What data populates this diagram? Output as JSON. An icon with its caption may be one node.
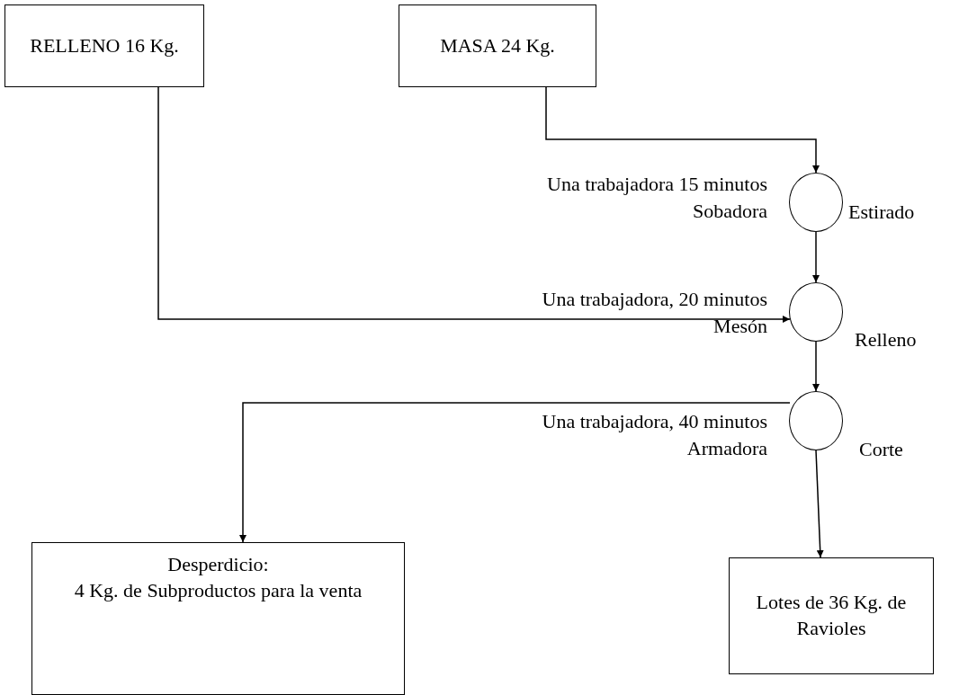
{
  "diagram": {
    "nodes": [
      {
        "text": [
          "RELLENO 16 Kg."
        ]
      },
      {
        "text": [
          "MASA 24 Kg."
        ]
      },
      {
        "text": [],
        "shape": "circle",
        "beside": [
          "Estirado",
          "Una trabajadora 15 minutos Sobadora"
        ]
      },
      {
        "text": [],
        "shape": "circle",
        "beside": [
          "Relleno",
          "Una trabajadora, 20 minutos Mesón"
        ]
      },
      {
        "text": [],
        "shape": "circle",
        "beside": [
          "Corte",
          "Una trabajadora, 40 minutos Armadora"
        ]
      },
      {
        "text": [
          "Desperdicio:",
          "4 Kg. de Subproductos para la venta"
        ]
      },
      {
        "text": [
          "Lotes de 36 Kg. de Ravioles"
        ]
      }
    ],
    "edges": [
      {
        "from": 1,
        "to": 2,
        "arrow": "to"
      },
      {
        "from": 2,
        "to": 3,
        "arrow": "to"
      },
      {
        "from": 0,
        "to": 3,
        "arrow": "to"
      },
      {
        "from": 3,
        "to": 4,
        "arrow": "to"
      },
      {
        "from": 4,
        "to": 5,
        "arrow": "to"
      },
      {
        "from": 4,
        "to": 6,
        "arrow": "to"
      }
    ]
  }
}
